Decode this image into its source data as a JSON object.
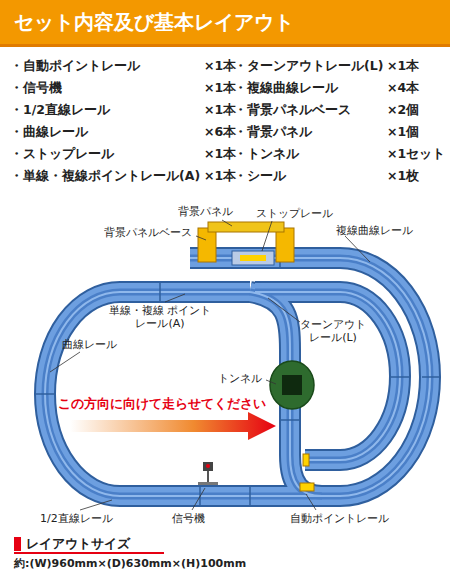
{
  "diagram": {
    "title": "セット内容及び基本レイアウト",
    "labels": [
      "・自動ポイントレール",
      "×1本",
      "・信号機",
      "×1本",
      "・1/2直線レール",
      "×1本",
      "・曲線レール",
      "×6本",
      "・ストップレール",
      "×1本",
      "・単線・複線ポイントレール(A)",
      "×1本",
      "・ターンアウトレール(L)",
      "×1本",
      "・複線曲線レール",
      "×4本",
      "・背景パネルベース",
      "×2個",
      "・背景パネル",
      "×1個",
      "・トンネル",
      "×1セット",
      "・シール",
      "×1枚",
      "背景パネル",
      "ストップレール",
      "背景パネルベース",
      "複線曲線レール",
      "単線・複線 ポイントレール(A)",
      "ターンアウト レール(L)",
      "トンネル",
      "曲線レール",
      "この方向に向けて走らせてください",
      "1/2直線レール",
      "信号機",
      "自動ポイントレール",
      "レイアウトサイズ",
      "約:(W)960mm×(D)630mm×(H)100mm"
    ]
  }
}
